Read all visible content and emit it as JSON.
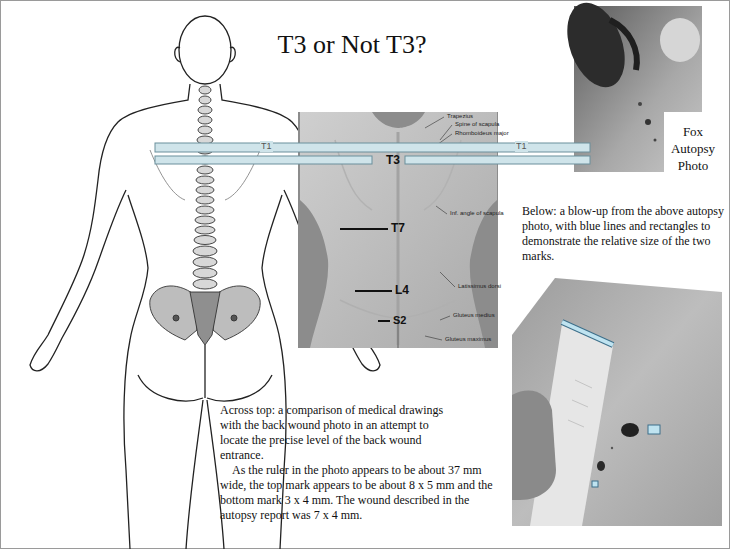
{
  "diagram": {
    "title": "T3 or Not T3?",
    "labels": [
      "T1",
      "T1",
      "T3",
      "T7",
      "L4",
      "S2",
      "Trapezius",
      "Spine of scapula",
      "Rhomboideus major",
      "Inf. angle of scapula",
      "Latissimus dorsi",
      "Gluteus medius",
      "Gluteus maximus",
      "Fox Autopsy Photo",
      "Below: a blow-up from the above autopsy photo, with blue lines and rectangles to demonstrate the relative size of the two marks.",
      "Across top: a comparison of medical drawings with the back wound photo in an attempt to locate the precise level of the back wound entrance.",
      "As the ruler in the photo appears to be about 37 mm wide, the top mark appears to be about 8 x 5 mm and the bottom mark 3 x 4 mm. The wound described in the autopsy report was 7 x 4 mm."
    ]
  }
}
